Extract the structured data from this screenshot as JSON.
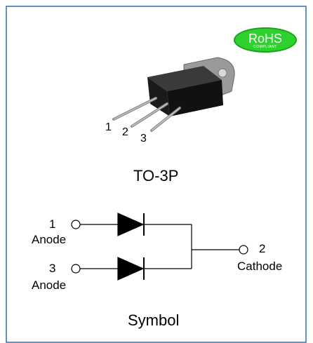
{
  "badge": {
    "text": "RoHS",
    "subtext": "COMPLIANT"
  },
  "package": {
    "name": "TO-3P",
    "pin_labels": [
      "1",
      "2",
      "3"
    ]
  },
  "symbol": {
    "caption": "Symbol",
    "pins": [
      {
        "number": "1",
        "name": "Anode"
      },
      {
        "number": "3",
        "name": "Anode"
      },
      {
        "number": "2",
        "name": "Cathode"
      }
    ]
  },
  "colors": {
    "frame_border": "#2f6fb5",
    "badge_fill": "#2fd12f"
  }
}
